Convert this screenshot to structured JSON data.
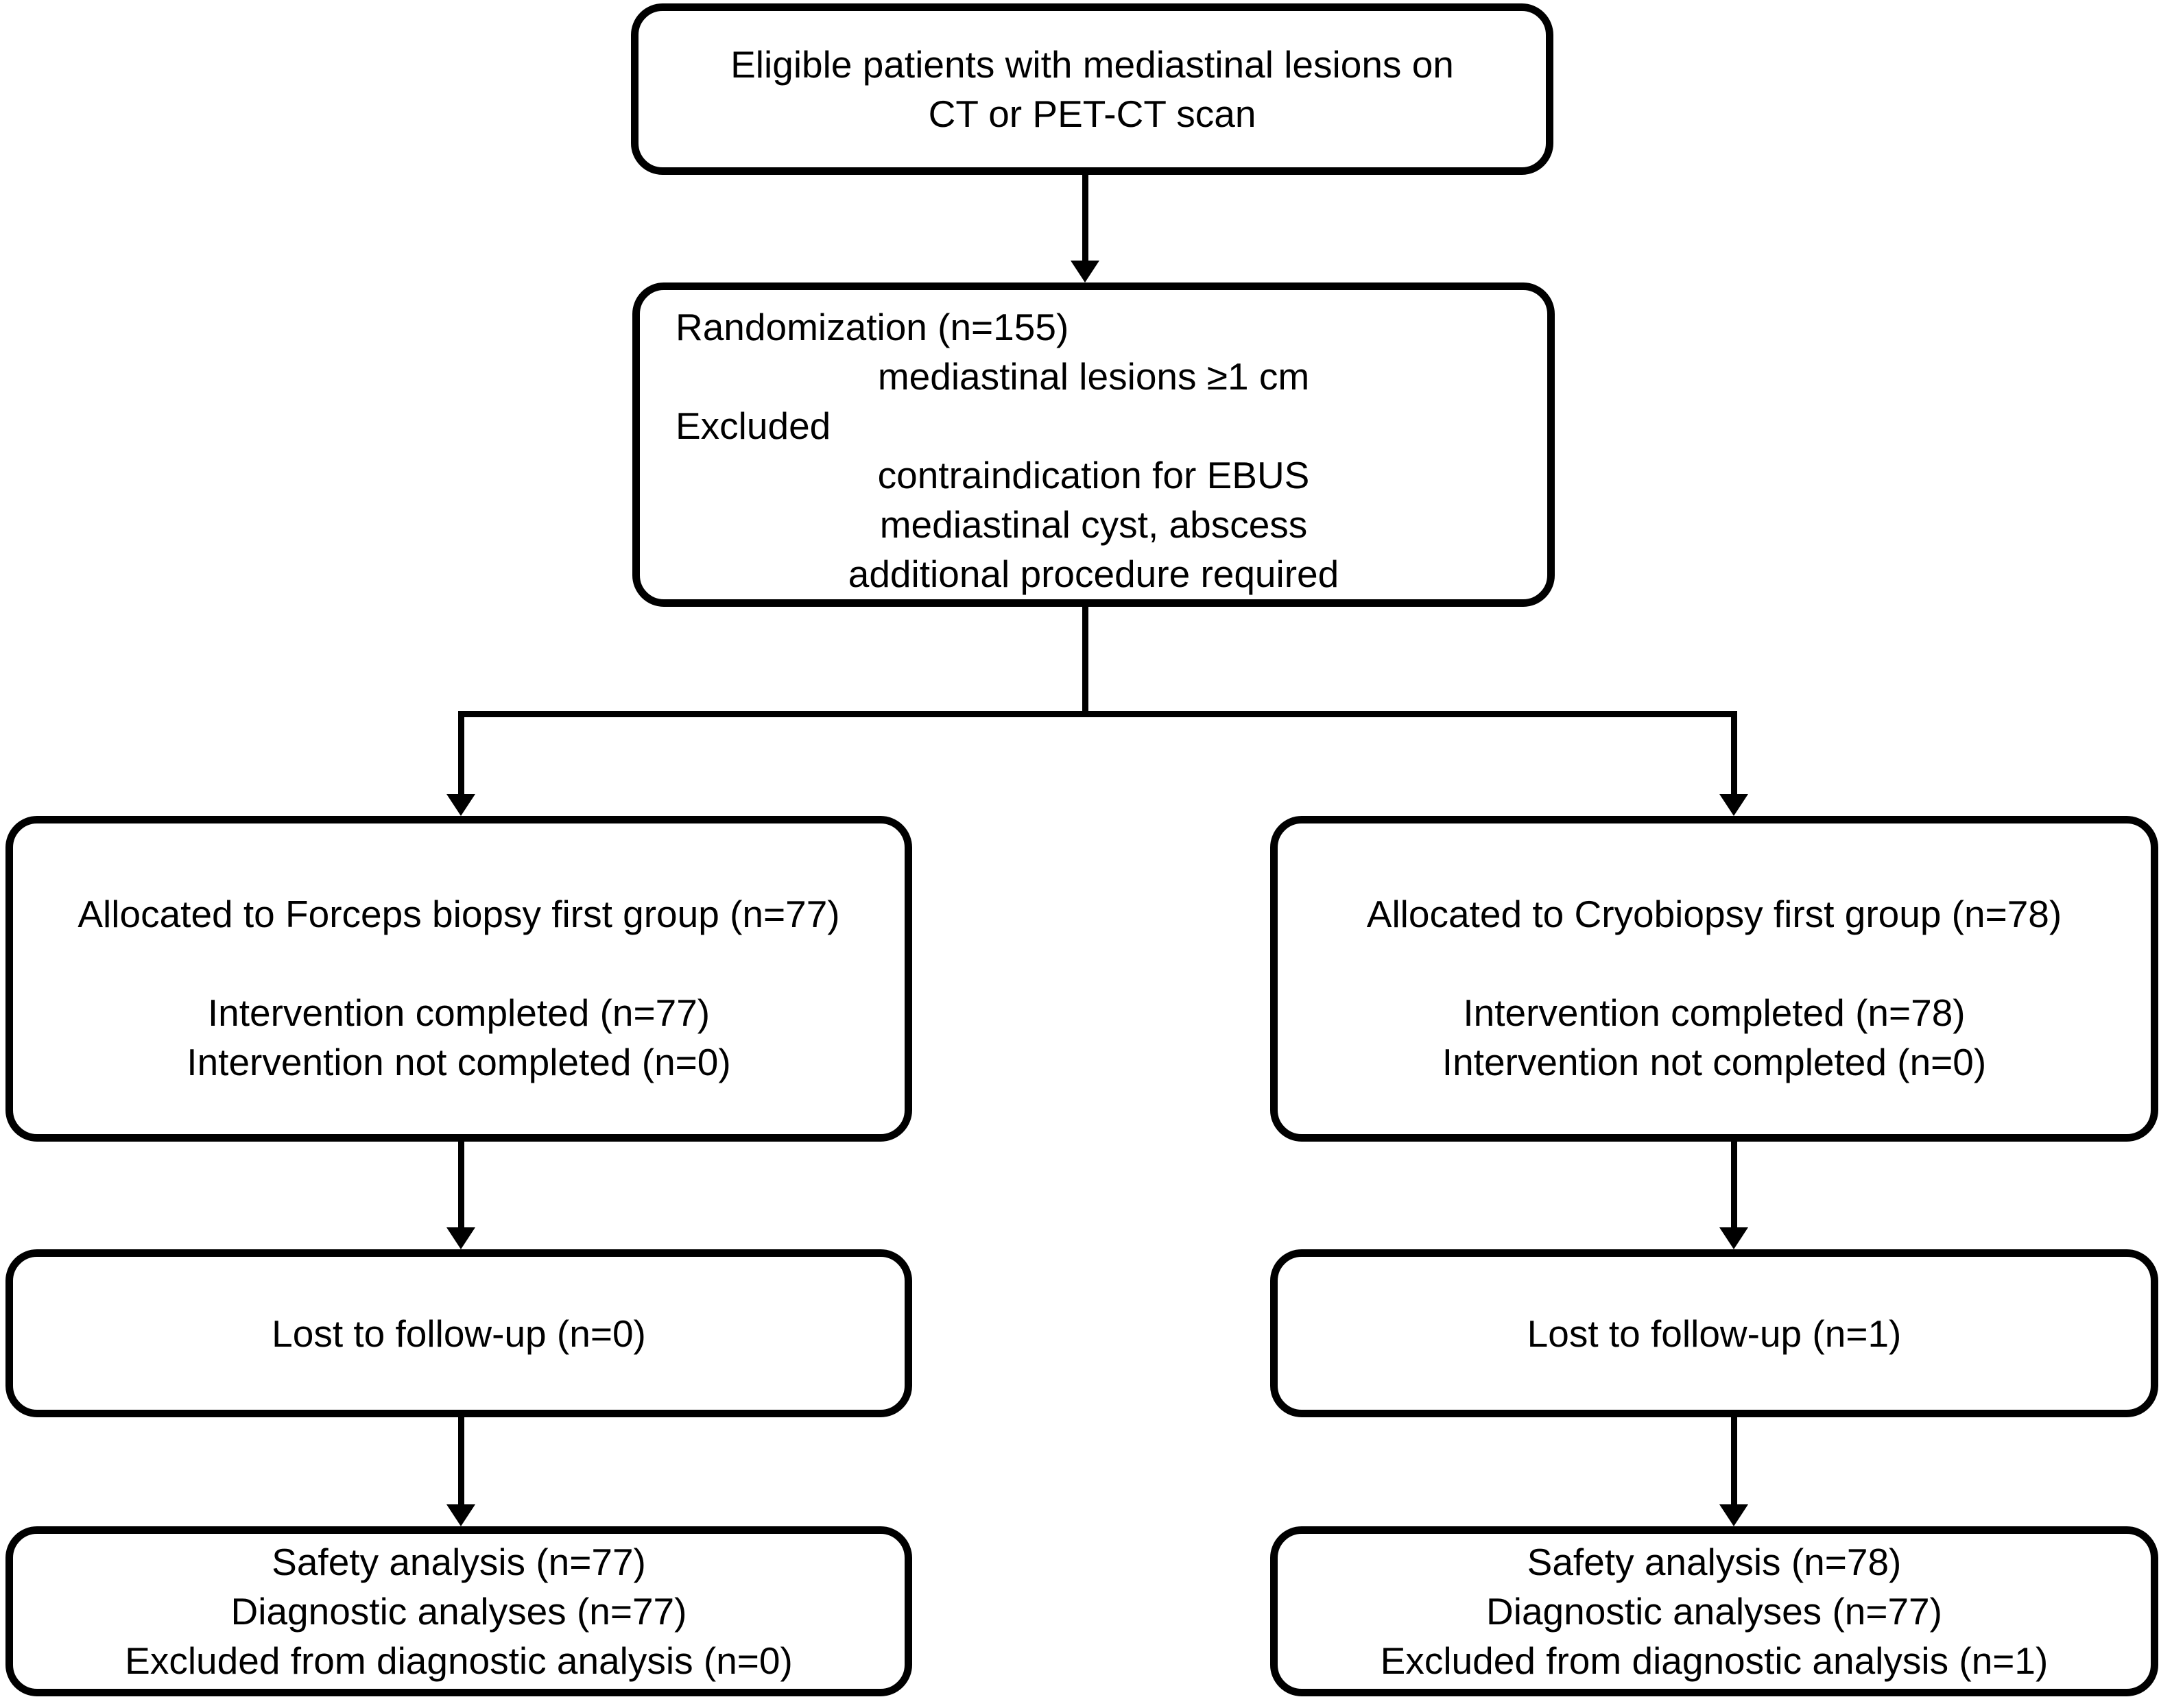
{
  "figure": {
    "type": "consort-randomization-flow-diagram",
    "colors": {
      "line": "#000000",
      "text": "#000000",
      "background": "#ffffff"
    },
    "boxes": {
      "eligible": {
        "line1": "Eligible patients with mediastinal lesions on",
        "line2": "CT or PET-CT scan"
      },
      "randomization": {
        "line1": "Randomization (n=155)",
        "line2": "mediastinal lesions ≥1 cm",
        "line3": "Excluded",
        "line4": "contraindication for EBUS",
        "line5": "mediastinal cyst, abscess",
        "line6": "additional procedure required"
      },
      "alloc_forceps": {
        "line1": "Allocated to Forceps biopsy first group (n=77)",
        "line2": "Intervention completed (n=77)",
        "line3": "Intervention not completed (n=0)"
      },
      "alloc_cryo": {
        "line1": "Allocated to Cryobiopsy first group (n=78)",
        "line2": "Intervention completed (n=78)",
        "line3": "Intervention not completed (n=0)"
      },
      "lost_forceps": {
        "line1": "Lost to follow-up (n=0)"
      },
      "lost_cryo": {
        "line1": "Lost to follow-up (n=1)"
      },
      "analysis_forceps": {
        "line1": "Safety analysis (n=77)",
        "line2": "Diagnostic analyses (n=77)",
        "line3": "Excluded from diagnostic analysis (n=0)"
      },
      "analysis_cryo": {
        "line1": "Safety analysis (n=78)",
        "line2": "Diagnostic analyses (n=77)",
        "line3": "Excluded from diagnostic analysis (n=1)"
      }
    },
    "edges": [
      {
        "from": "eligible",
        "to": "randomization",
        "arrow": true
      },
      {
        "from": "randomization",
        "to": "alloc_forceps",
        "arrow": true
      },
      {
        "from": "randomization",
        "to": "alloc_cryo",
        "arrow": true
      },
      {
        "from": "alloc_forceps",
        "to": "lost_forceps",
        "arrow": true
      },
      {
        "from": "alloc_cryo",
        "to": "lost_cryo",
        "arrow": true
      },
      {
        "from": "lost_forceps",
        "to": "analysis_forceps",
        "arrow": true
      },
      {
        "from": "lost_cryo",
        "to": "analysis_cryo",
        "arrow": true
      }
    ]
  }
}
